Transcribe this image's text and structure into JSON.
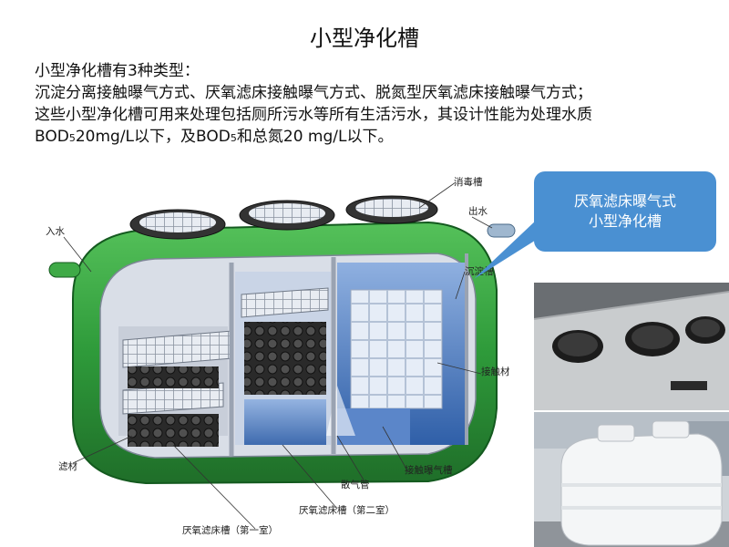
{
  "page": {
    "title": "小型净化槽",
    "intro_line": "小型净化槽有3种类型：",
    "types_line": "沉淀分离接触曝气方式、厌氧滤床接触曝气方式、脱氮型厌氧滤床接触曝气方式；",
    "desc_part1": "这些小型净化槽可用来处理包括厕所污水等所有生活污水，其设计性能为处理水质BOD",
    "desc_sub1": "5",
    "desc_part2": "20mg/L以下，及BOD",
    "desc_sub2": "5",
    "desc_part3": "和总氮20 mg/L以下。"
  },
  "diagram": {
    "labels": {
      "disinfection_tank": "消毒槽",
      "inlet": "入水",
      "outlet": "出水",
      "sedimentation_tank": "沉淀槽",
      "contact_media": "接触材",
      "filter_media": "滤材",
      "contact_aeration_tank": "接触曝气槽",
      "diffuser_pipe": "散气管",
      "anaerobic_filter_2": "厌氧滤床槽（第二室）",
      "anaerobic_filter_1": "厌氧滤床槽（第一室）"
    }
  },
  "callout": {
    "line1": "厌氧滤床曝气式",
    "line2": "小型净化槽"
  },
  "colors": {
    "tank_green": "#2e9a3a",
    "water_blue": "#3d6fb8",
    "callout_blue": "#4a90d2"
  }
}
